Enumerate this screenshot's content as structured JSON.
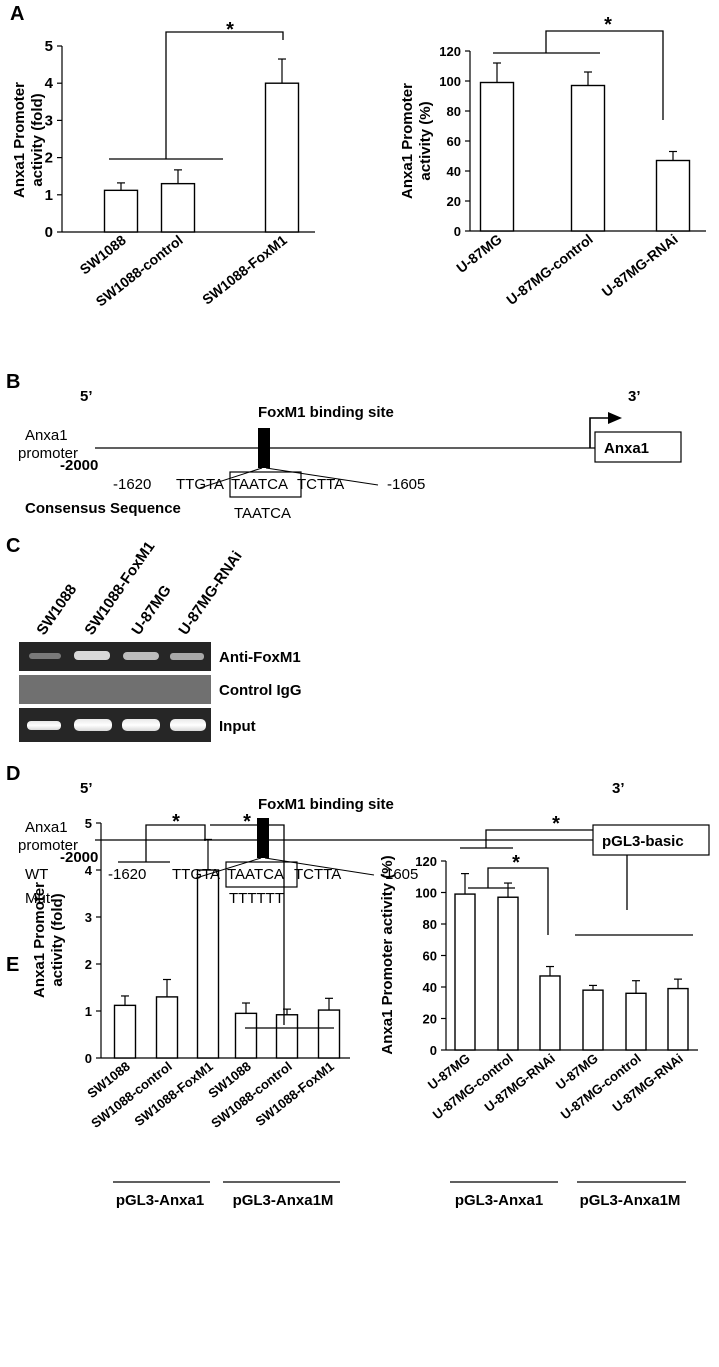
{
  "panels": {
    "A": "A",
    "B": "B",
    "C": "C",
    "D": "D",
    "E": "E"
  },
  "chart_data": [
    {
      "type": "bar",
      "panel": "A",
      "categories": [
        "SW1088",
        "SW1088-control",
        "SW1088-FoxM1"
      ],
      "values": [
        1.12,
        1.3,
        4.0
      ],
      "errors": [
        0.2,
        0.37,
        0.65
      ],
      "ylabel": [
        "Anxa1 Promoter",
        "activity (fold)"
      ],
      "yticks": [
        "0",
        "1",
        "2",
        "3",
        "4",
        "5"
      ],
      "ylim": [
        0,
        5
      ],
      "significance": "*"
    },
    {
      "type": "bar",
      "panel": "A",
      "categories": [
        "U-87MG",
        "U-87MG-control",
        "U-87MG-RNAi"
      ],
      "values": [
        99,
        97,
        47
      ],
      "errors": [
        13,
        9,
        6
      ],
      "ylabel": [
        "Anxa1 Promoter",
        "activity (%)"
      ],
      "yticks": [
        "0",
        "20",
        "40",
        "60",
        "80",
        "100",
        "120"
      ],
      "ylim": [
        0,
        120
      ],
      "significance": "*"
    },
    {
      "type": "bar",
      "panel": "E",
      "categories": [
        "SW1088",
        "SW1088-control",
        "SW1088-FoxM1",
        "SW1088",
        "SW1088-control",
        "SW1088-FoxM1"
      ],
      "values": [
        1.12,
        1.3,
        4.0,
        0.95,
        0.92,
        1.02
      ],
      "errors": [
        0.2,
        0.37,
        0.65,
        0.22,
        0.12,
        0.25
      ],
      "ylabel": [
        "Anxa1 Promoter",
        "activity (fold)"
      ],
      "yticks": [
        "0",
        "1",
        "2",
        "3",
        "4",
        "5"
      ],
      "ylim": [
        0,
        5
      ],
      "groups": [
        "pGL3-Anxa1",
        "pGL3-Anxa1M"
      ],
      "significance": "*"
    },
    {
      "type": "bar",
      "panel": "E",
      "categories": [
        "U-87MG",
        "U-87MG-control",
        "U-87MG-RNAi",
        "U-87MG",
        "U-87MG-control",
        "U-87MG-RNAi"
      ],
      "values": [
        99,
        97,
        47,
        38,
        36,
        39
      ],
      "errors": [
        13,
        9,
        6,
        3,
        8,
        6
      ],
      "ylabel": [
        "Anxa1 Promoter activity (%)"
      ],
      "yticks": [
        "0",
        "20",
        "40",
        "60",
        "80",
        "100",
        "120"
      ],
      "ylim": [
        0,
        120
      ],
      "groups": [
        "pGL3-Anxa1",
        "pGL3-Anxa1M"
      ],
      "significance": "*"
    }
  ],
  "panelB": {
    "five": "5’",
    "three": "3’",
    "binding": "FoxM1 binding site",
    "promoter1": "Anxa1",
    "promoter2": "promoter",
    "start": "-2000",
    "gene": "Anxa1",
    "left": "-1620",
    "seq_pre": "TTGTA",
    "seq_box": "TAATCA",
    "seq_post": "TCTTA",
    "right": "-1605",
    "consensus_label": "Consensus Sequence",
    "consensus": "TAATCA"
  },
  "panelC": {
    "lanes": [
      "SW1088",
      "SW1088-FoxM1",
      "U-87MG",
      "U-87MG-RNAi"
    ],
    "rows": [
      "Anti-FoxM1",
      "Control IgG",
      "Input"
    ]
  },
  "panelD": {
    "five": "5’",
    "three": "3’",
    "binding": "FoxM1 binding site",
    "promoter1": "Anxa1",
    "promoter2": "promoter",
    "start": "-2000",
    "vector": "pGL3-basic",
    "wt": "WT",
    "mut": "Mut",
    "left": "-1620",
    "seq_pre": "TTGTA",
    "seq_box": "TAATCA",
    "seq_post": "TCTTA",
    "right": "-1605",
    "mutation": "TTTTTT"
  }
}
